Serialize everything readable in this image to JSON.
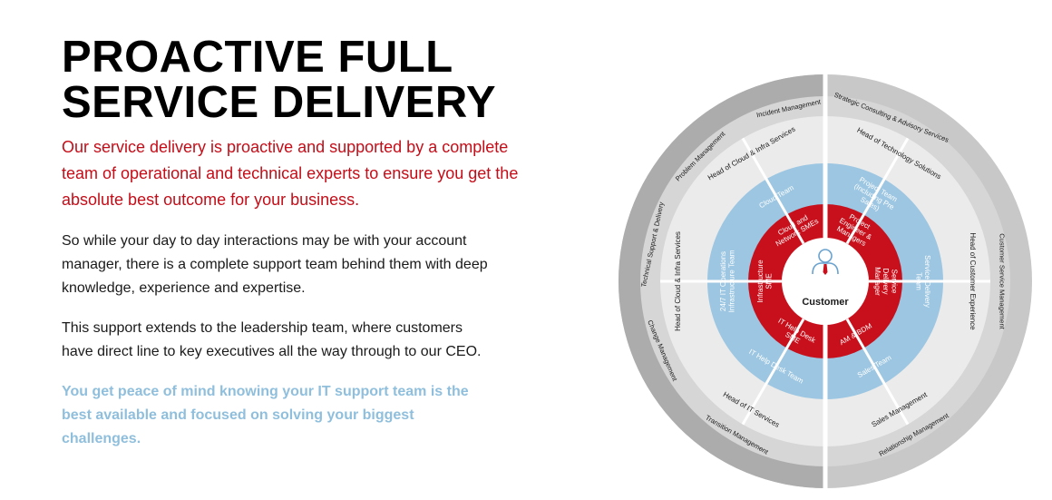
{
  "heading": {
    "line1": "PROACTIVE FULL",
    "line2": "SERVICE DELIVERY"
  },
  "lead": "Our service delivery is proactive and supported by a complete team of operational and technical experts to ensure you get the absolute best outcome for your business.",
  "paragraphs": [
    "So while your day to day interactions may be with your account manager, there is a complete support team behind them with deep knowledge, experience and expertise.",
    "This support extends to the leadership team, where customers have direct line to key executives all the way through to our CEO."
  ],
  "note": "You get peace of mind knowing your IT support team is the best available and focused on solving your biggest challenges.",
  "diagram": {
    "center": "Customer",
    "red_ring": [
      "Project Engineer & Managers",
      "Service Delivery Manager",
      "AM & BDM",
      "IT Help Desk SME",
      "Infrastructure SME",
      "Cloud and Network SMEs"
    ],
    "blue_ring": [
      "Project Team (Including Pre Sales)",
      "Service Delivery Team",
      "Sales Team",
      "IT Help Desk Team",
      "24/7 IT Operations Infrastructure Team",
      "Cloud Team"
    ],
    "light_ring": [
      "Head of Technology Solutions",
      "Head of Customer Experience",
      "Sales Management",
      "Head of IT Services",
      "Head of Cloud & Infra Services",
      "Head of Cloud & Infra Services"
    ],
    "outer_ring": [
      "Strategic Consulting & Advisory Services",
      "Customer Service Management",
      "Relationship Management",
      "Transition Management",
      "Change Management",
      "Technical Support & Delivery",
      "Problem Management",
      "Incident Management"
    ],
    "colors": {
      "red": "#c8101c",
      "blue": "#9cc6e1",
      "light_gray": "#ebebeb",
      "mid_gray": "#c8c8c8",
      "dark_gray": "#acacac",
      "label_gray": "#ffffff",
      "text": "#1a1a1a"
    }
  }
}
